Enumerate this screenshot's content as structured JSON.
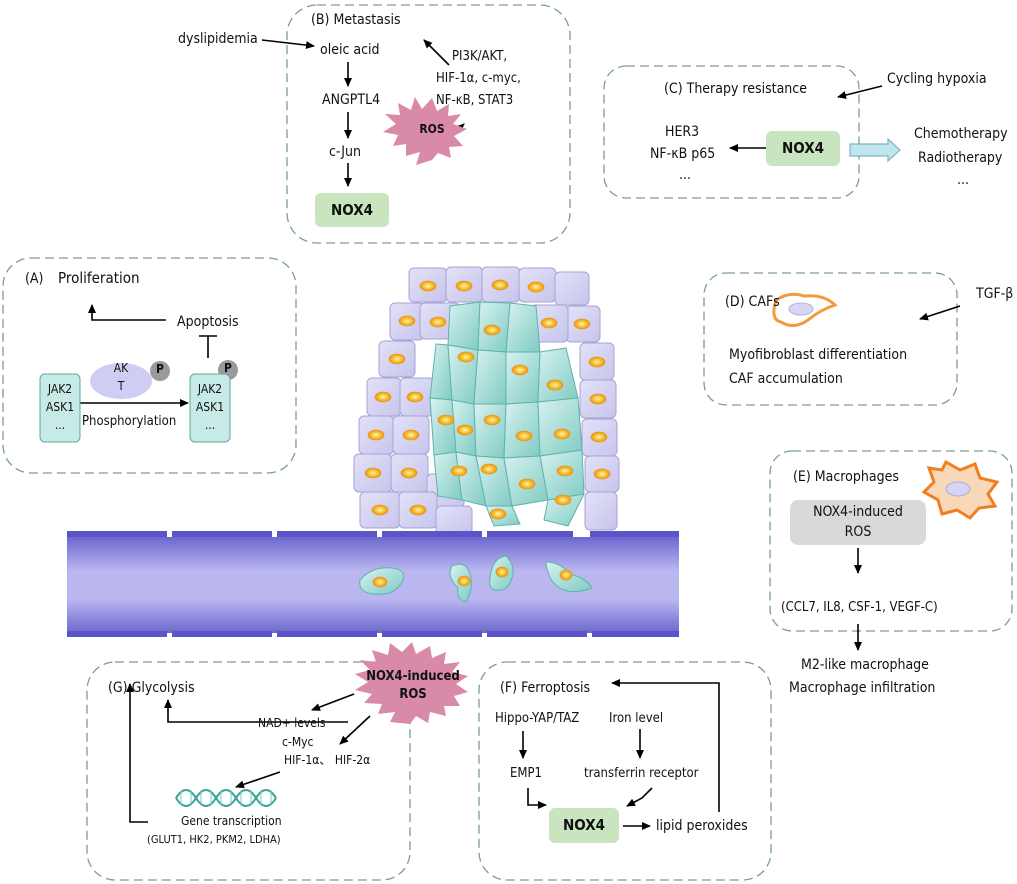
{
  "panels": {
    "metastasis": {
      "title": "(B) Metastasis",
      "dyslipidemia": "dyslipidemia",
      "oleic_acid": "oleic acid",
      "angptl4": "ANGPTL4",
      "cjun": "c-Jun",
      "nox4": "NOX4",
      "ros": "ROS",
      "pathways": [
        "PI3K/AKT,",
        "HIF-1α, c-myc,",
        "NF-κB,  STAT3"
      ]
    },
    "therapy": {
      "title": "(C) Therapy resistance",
      "cycling_hypoxia": "Cycling hypoxia",
      "targets": [
        "HER3",
        "NF-κB p65",
        "..."
      ],
      "nox4": "NOX4",
      "outcomes": [
        "Chemotherapy",
        "Radiotherapy",
        "..."
      ]
    },
    "proliferation": {
      "label_a": "(A)",
      "proliferation": "Proliferation",
      "apoptosis": "Apoptosis",
      "akt": [
        "AK",
        "T"
      ],
      "p": "P",
      "box_left": [
        "JAK2",
        "ASK1",
        "..."
      ],
      "box_right": [
        "JAK2",
        "ASK1",
        "..."
      ],
      "phosphorylation": "Phosphorylation"
    },
    "cafs": {
      "title": "(D) CAFs",
      "tgf": "TGF-β",
      "lines": [
        "Myofibroblast differentiation",
        "CAF accumulation"
      ]
    },
    "macrophages": {
      "title": "(E) Macrophages",
      "ros_box": [
        "NOX4-induced",
        "ROS"
      ],
      "cytokines": "(CCL7, IL8, CSF-1, VEGF-C)",
      "outcomes": [
        "M2-like macrophage",
        "Macrophage infiltration"
      ]
    },
    "glycolysis": {
      "title": "(G) Glycolysis",
      "ros": [
        "NOX4-induced",
        "ROS"
      ],
      "nad": "NAD+ levels",
      "myc": [
        "c-Myc",
        "HIF-1α、 HIF-2α"
      ],
      "gene": [
        "Gene transcription",
        "(GLUT1, HK2,  PKM2, LDHA)"
      ]
    },
    "ferroptosis": {
      "title": "(F) Ferroptosis",
      "hippo": "Hippo-YAP/TAZ",
      "iron": "Iron level",
      "emp1": "EMP1",
      "tfr": "transferrin receptor",
      "nox4": "NOX4",
      "lipid": "lipid peroxides"
    }
  },
  "colors": {
    "panel_border": "#7a9e92",
    "nox4_fill": "#c9e5c0",
    "ros_star": "#d98aa8",
    "tumor_cell": "#cfcdef",
    "invading_cell": "#8fd3cc",
    "vessel": "#8c88e0",
    "nucleus": "#f6b22b",
    "box_fill": "#c8eae6",
    "grey_box": "#d9d9d9"
  }
}
